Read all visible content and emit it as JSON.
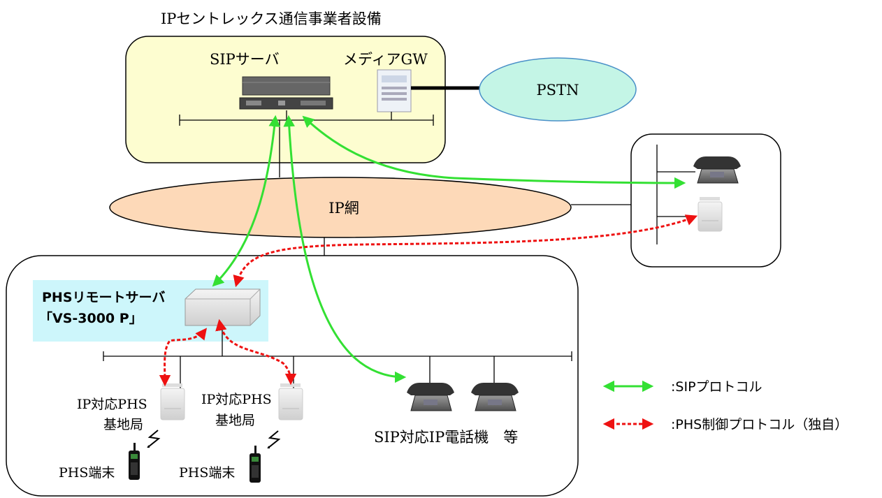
{
  "carrier": {
    "title": "IPセントレックス通信事業者設備",
    "sip_server_label": "SIPサーバ",
    "media_gw_label": "メディアGW"
  },
  "pstn_label": "PSTN",
  "ip_network_label": "IP網",
  "customer": {
    "phs_remote_server_label": "PHSリモートサーバ",
    "phs_remote_server_model": "「VS-3000 P」",
    "base_station_label_line1": "IP対応PHS",
    "base_station_label_line2": "基地局",
    "phs_terminal_label": "PHS端末",
    "sip_phones_label": "SIP対応IP電話機　等"
  },
  "legend": {
    "sip": ":SIPプロトコル",
    "phs": ":PHS制御プロトコル（独自）"
  },
  "colors": {
    "sip_arrow": "#33e033",
    "phs_arrow": "#ee1111",
    "carrier_fill": "#fdfdd0",
    "ip_network_fill": "#fdd9b8",
    "pstn_fill": "#c4f5e6",
    "phs_server_bg": "#cdf6fb"
  },
  "icons": [
    "server-icon",
    "media-gateway-icon",
    "desk-phone-icon",
    "base-station-icon",
    "phs-handset-icon",
    "radio-wave-icon"
  ]
}
